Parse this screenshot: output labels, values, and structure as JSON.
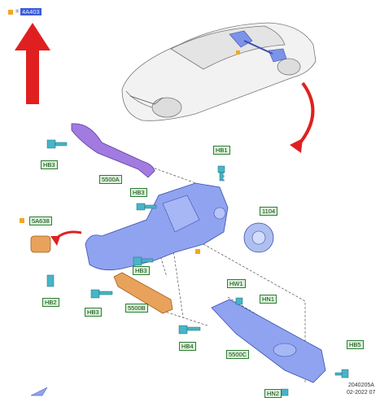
{
  "legend": {
    "eq": "=",
    "code": "4A403"
  },
  "labels": {
    "hb3_a": "HB3",
    "hb3_b": "HB3",
    "hb3_c": "HB3",
    "hb1": "HB1",
    "p5500a": "5500A",
    "p1104": "1104",
    "p5a638": "5A638",
    "hb2": "HB2",
    "hb3_d": "HB3",
    "p5500b": "5500B",
    "hw1": "HW1",
    "hn1": "HN1",
    "hb4": "HB4",
    "p5500c": "5500C",
    "hb5": "HB5",
    "hn2": "HN2"
  },
  "footer": {
    "ref": "2040205A",
    "date": "02-2022 07"
  },
  "colors": {
    "part": "#8fa3f0",
    "arm_purple": "#a27be0",
    "arm_orange": "#e8a25b",
    "label_bg": "#d9f2d9",
    "label_border": "#2e7d32",
    "arrow": "#e02020",
    "highlight": "#3b5bdb"
  }
}
